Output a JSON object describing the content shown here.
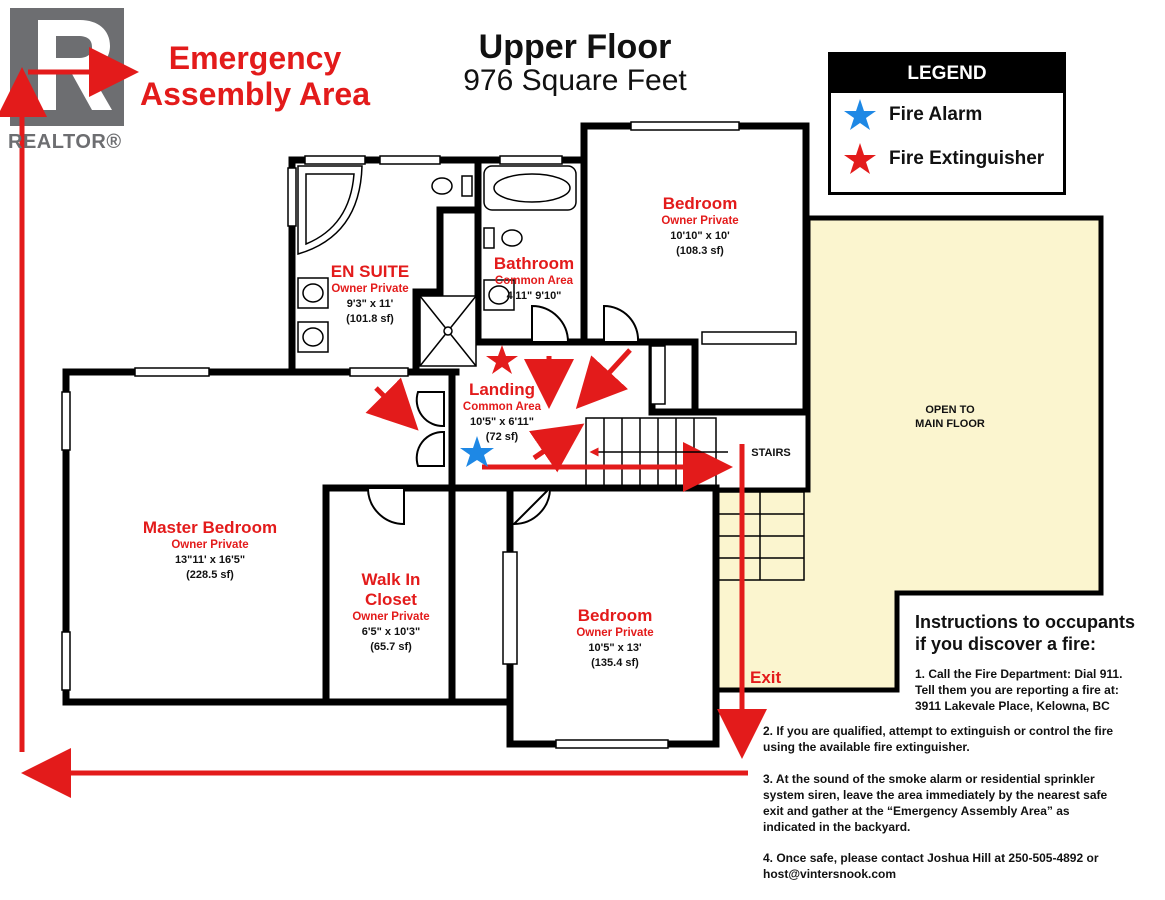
{
  "branding": {
    "logo_text": "REALTOR®"
  },
  "header": {
    "title": "Upper Floor",
    "subtitle": "976 Square Feet"
  },
  "assembly_area": {
    "line1": "Emergency",
    "line2": "Assembly Area"
  },
  "legend": {
    "title": "LEGEND",
    "items": [
      {
        "label": "Fire Alarm",
        "icon": "blue-star-icon",
        "color": "#1e88e5"
      },
      {
        "label": "Fire Extinguisher",
        "icon": "red-star-icon",
        "color": "#e31b1b"
      }
    ]
  },
  "rooms": {
    "en_suite": {
      "name": "EN  SUITE",
      "usage": "Owner Private",
      "dims": "9'3\" x 11'",
      "area": "(101.8 sf)"
    },
    "bathroom": {
      "name": "Bathroom",
      "usage": "Common Area",
      "dims": "4'11\" 9'10\""
    },
    "bedroom_top": {
      "name": "Bedroom",
      "usage": "Owner Private",
      "dims": "10'10\" x 10'",
      "area": "(108.3 sf)"
    },
    "landing": {
      "name": "Landing",
      "usage": "Common Area",
      "dims": "10'5\" x 6'11\"",
      "area": "(72 sf)"
    },
    "master": {
      "name": "Master Bedroom",
      "usage": "Owner Private",
      "dims": "13\"11' x 16'5\"",
      "area": "(228.5 sf)"
    },
    "walkin": {
      "name1": "Walk In",
      "name2": "Closet",
      "usage": "Owner Private",
      "dims": "6'5\" x 10'3\"",
      "area": "(65.7 sf)"
    },
    "bedroom_bottom": {
      "name": "Bedroom",
      "usage": "Owner Private",
      "dims": "10'5\" x 13'",
      "area": "(135.4 sf)"
    },
    "open": {
      "line1": "OPEN TO",
      "line2": "MAIN FLOOR"
    },
    "stairs": "STAIRS"
  },
  "exit_label": "Exit",
  "instructions": {
    "heading1": "Instructions to occupants",
    "heading2": "if you discover a fire:",
    "step1": [
      "1. Call the Fire Department: Dial 911.",
      "Tell them you are reporting a fire at:",
      "3911 Lakevale Place, Kelowna, BC"
    ],
    "step2": [
      "2. If you are qualified, attempt to extinguish or control the fire",
      "using the available fire extinguisher."
    ],
    "step3": [
      "3. At the sound of the smoke alarm or residential sprinkler",
      "system siren, leave the area immediately by the nearest safe",
      "exit and gather at the “Emergency Assembly Area” as",
      "indicated in the backyard."
    ],
    "step4": [
      "4. Once safe, please contact Joshua Hill at 250-505-4892 or",
      "host@vintersnook.com"
    ]
  },
  "colors": {
    "exit_red": "#e31b1b",
    "alarm_blue": "#1e88e5",
    "open_floor": "#fbf5cf",
    "wall": "#000000"
  }
}
